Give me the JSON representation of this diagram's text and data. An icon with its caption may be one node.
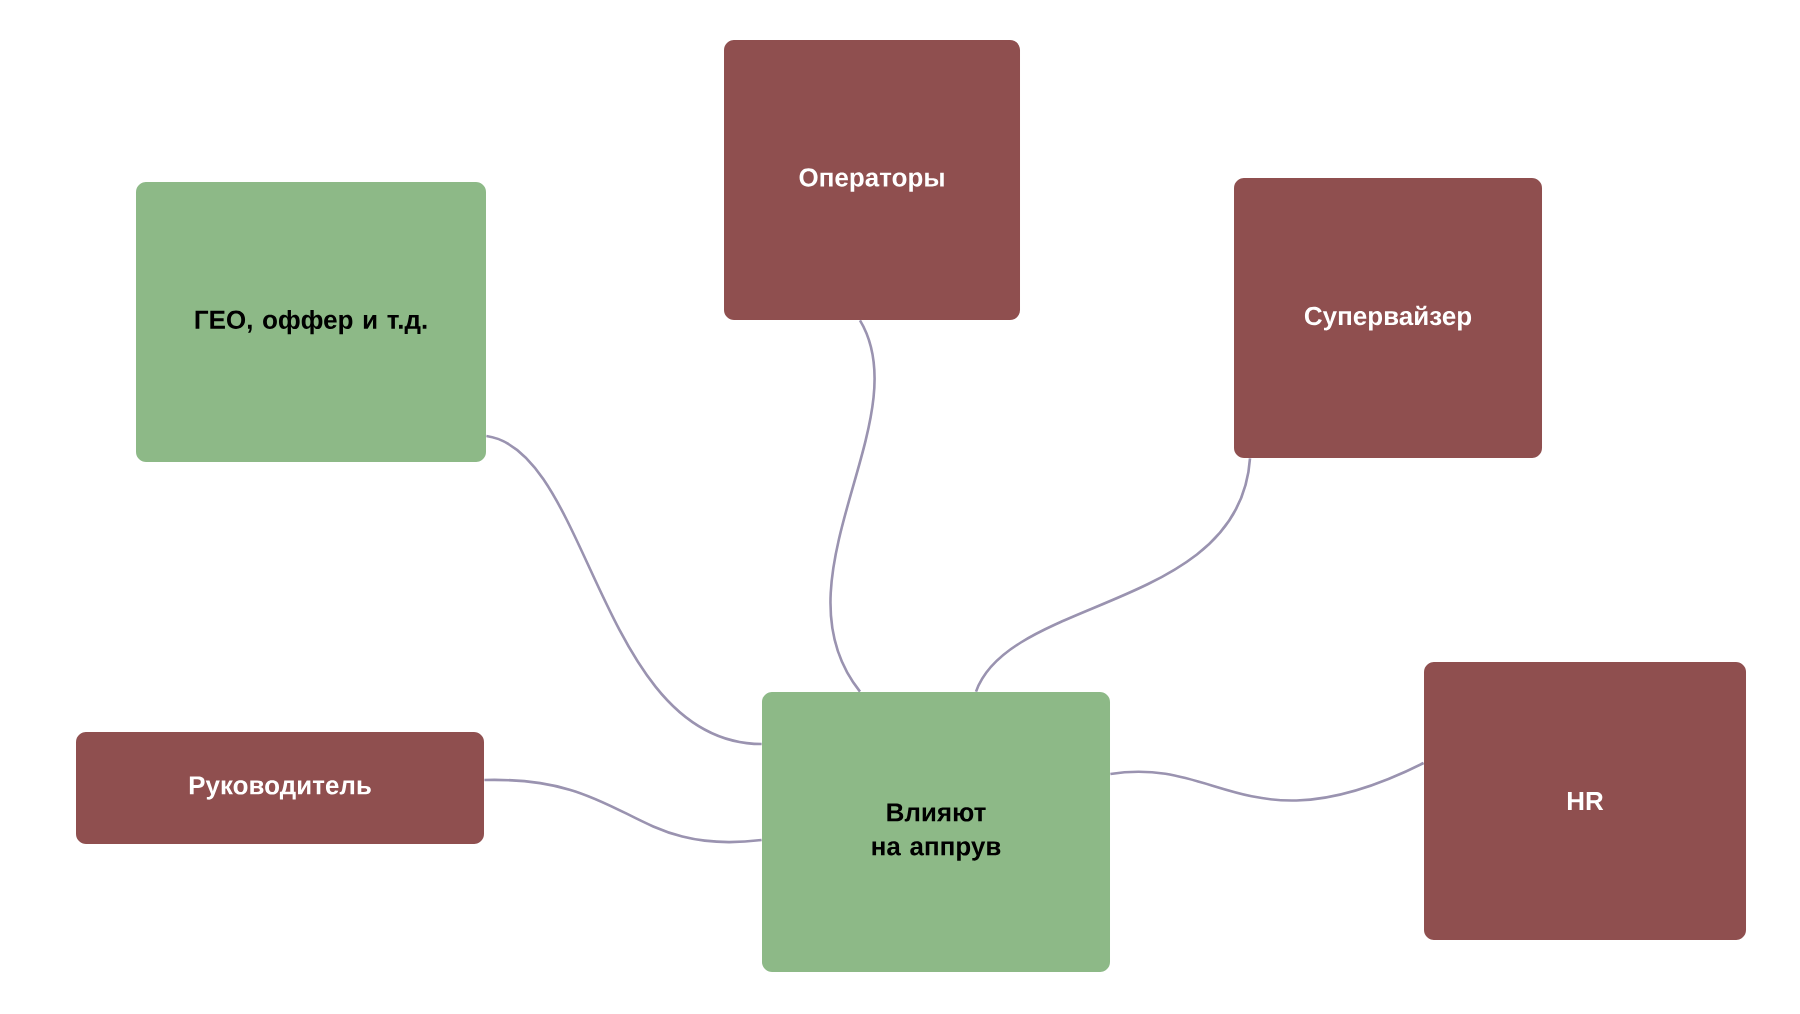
{
  "diagram": {
    "nodes": [
      {
        "text": [
          "ГЕО, оффер и т.д."
        ]
      },
      {
        "text": [
          "Операторы"
        ]
      },
      {
        "text": [
          "Супервайзер"
        ]
      },
      {
        "text": [
          "Руководитель"
        ]
      },
      {
        "text": [
          "Влияют на аппрув"
        ]
      },
      {
        "text": [
          "HR"
        ]
      }
    ],
    "edges": [
      {
        "from": 4,
        "to": 0,
        "arrow": "none"
      },
      {
        "from": 4,
        "to": 1,
        "arrow": "none"
      },
      {
        "from": 4,
        "to": 2,
        "arrow": "none"
      },
      {
        "from": 4,
        "to": 3,
        "arrow": "none"
      },
      {
        "from": 4,
        "to": 5,
        "arrow": "none"
      }
    ]
  }
}
